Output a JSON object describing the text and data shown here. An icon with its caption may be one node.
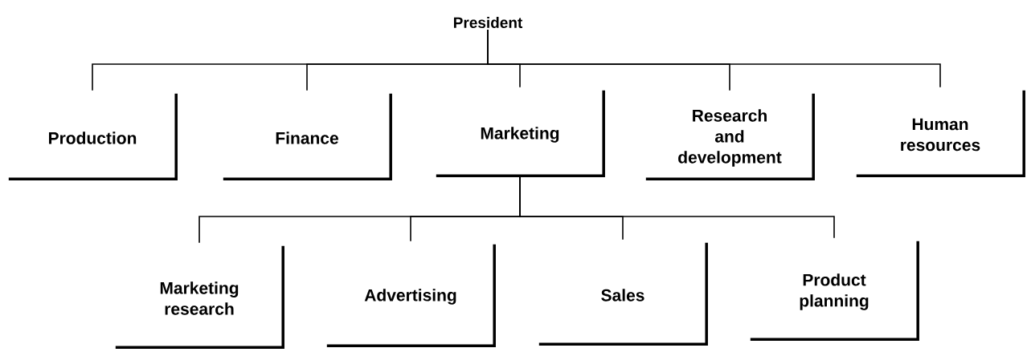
{
  "diagram": {
    "nodes": [
      {
        "text": [
          "President"
        ]
      },
      {
        "text": [
          "Production"
        ]
      },
      {
        "text": [
          "Finance"
        ]
      },
      {
        "text": [
          "Marketing"
        ]
      },
      {
        "text": [
          "Research and development"
        ]
      },
      {
        "text": [
          "Human resources"
        ]
      },
      {
        "text": [
          "Marketing research"
        ]
      },
      {
        "text": [
          "Advertising"
        ]
      },
      {
        "text": [
          "Sales"
        ]
      },
      {
        "text": [
          "Product planning"
        ]
      }
    ],
    "edges": [
      {
        "from": 0,
        "to": 1,
        "arrow": "none"
      },
      {
        "from": 0,
        "to": 2,
        "arrow": "none"
      },
      {
        "from": 0,
        "to": 3,
        "arrow": "none"
      },
      {
        "from": 0,
        "to": 4,
        "arrow": "none"
      },
      {
        "from": 0,
        "to": 5,
        "arrow": "none"
      },
      {
        "from": 3,
        "to": 6,
        "arrow": "none"
      },
      {
        "from": 3,
        "to": 7,
        "arrow": "none"
      },
      {
        "from": 3,
        "to": 8,
        "arrow": "none"
      },
      {
        "from": 3,
        "to": 9,
        "arrow": "none"
      }
    ]
  }
}
